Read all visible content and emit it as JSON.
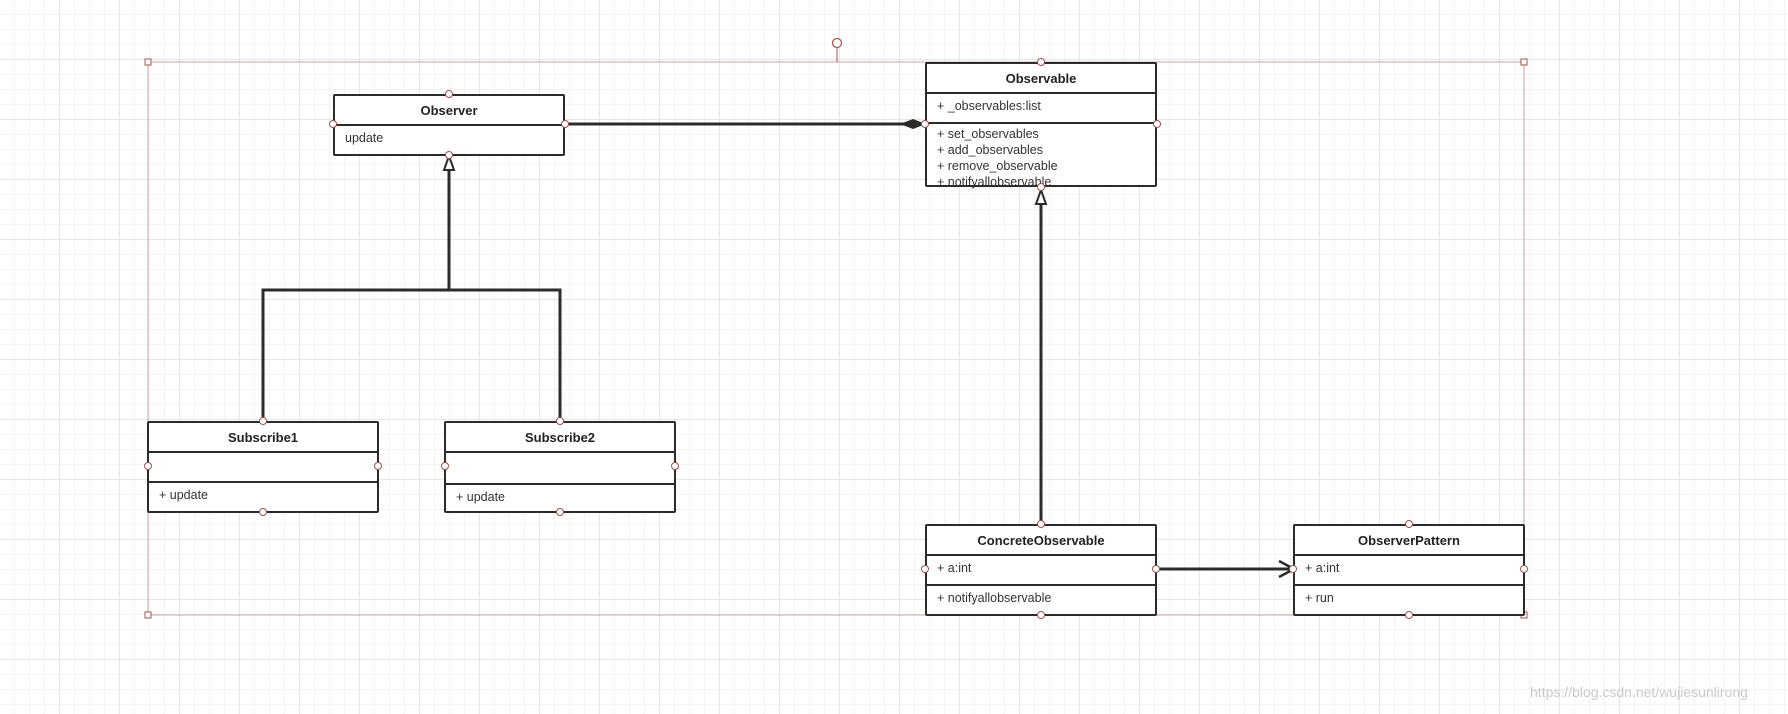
{
  "classes": {
    "observer": {
      "name": "Observer",
      "members": [
        "update"
      ]
    },
    "observable": {
      "name": "Observable",
      "attributes": [
        "+ _observables:list"
      ],
      "methods": [
        "+ set_observables",
        "+ add_observables",
        "+ remove_observable",
        "+ notifyallobservable"
      ]
    },
    "subscribe1": {
      "name": "Subscribe1",
      "methods": [
        "+ update"
      ]
    },
    "subscribe2": {
      "name": "Subscribe2",
      "methods": [
        "+ update"
      ]
    },
    "concrete_observable": {
      "name": "ConcreteObservable",
      "attributes": [
        "+ a:int"
      ],
      "methods": [
        "+ notifyallobservable"
      ]
    },
    "observer_pattern": {
      "name": "ObserverPattern",
      "attributes": [
        "+ a:int"
      ],
      "methods": [
        "+ run"
      ]
    }
  },
  "relations": [
    {
      "type": "composition",
      "from": "observable",
      "to": "observer"
    },
    {
      "type": "inheritance",
      "from": "subscribe1",
      "to": "observer"
    },
    {
      "type": "inheritance",
      "from": "subscribe2",
      "to": "observer"
    },
    {
      "type": "inheritance",
      "from": "concrete_observable",
      "to": "observable"
    },
    {
      "type": "association",
      "from": "concrete_observable",
      "to": "observer_pattern"
    }
  ],
  "colors": {
    "line": "#2b2b2b",
    "selection": "#c9a0a0",
    "handle": "#a05050"
  },
  "watermark": "https://blog.csdn.net/wujiesunlirong"
}
